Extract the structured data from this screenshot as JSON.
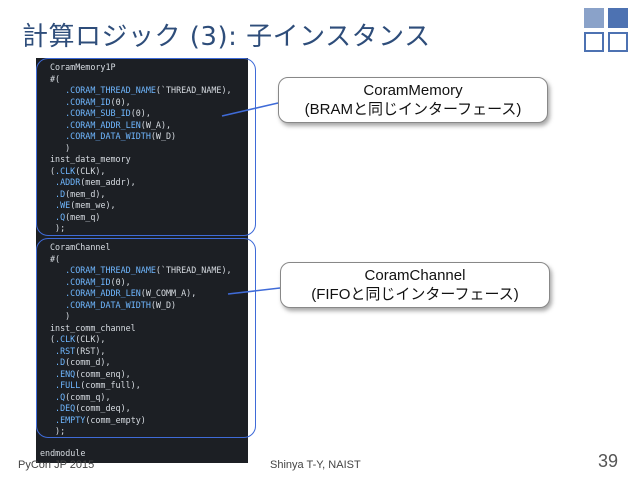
{
  "title": "計算ロジック (3): 子インスタンス",
  "code_block_1": {
    "lines": [
      "CoramMemory1P",
      "#(",
      "   .CORAM_THREAD_NAME(`THREAD_NAME),",
      "   .CORAM_ID(0),",
      "   .CORAM_SUB_ID(0),",
      "   .CORAM_ADDR_LEN(W_A),",
      "   .CORAM_DATA_WIDTH(W_D)",
      "   )",
      "inst_data_memory",
      "(.CLK(CLK),",
      " .ADDR(mem_addr),",
      " .D(mem_d),",
      " .WE(mem_we),",
      " .Q(mem_q)",
      " );"
    ]
  },
  "code_block_2": {
    "lines": [
      "CoramChannel",
      "#(",
      "   .CORAM_THREAD_NAME(`THREAD_NAME),",
      "   .CORAM_ID(0),",
      "   .CORAM_ADDR_LEN(W_COMM_A),",
      "   .CORAM_DATA_WIDTH(W_D)",
      "   )",
      "inst_comm_channel",
      "(.CLK(CLK),",
      " .RST(RST),",
      " .D(comm_d),",
      " .ENQ(comm_enq),",
      " .FULL(comm_full),",
      " .Q(comm_q),",
      " .DEQ(comm_deq),",
      " .EMPTY(comm_empty)",
      " );"
    ]
  },
  "code_end": "endmodule",
  "callout_1": {
    "line1": "CoramMemory",
    "line2": "(BRAMと同じインターフェース)"
  },
  "callout_2": {
    "line1": "CoramChannel",
    "line2": "(FIFOと同じインターフェース)"
  },
  "footer": {
    "left": "PyCon JP 2015",
    "center": "Shinya T-Y, NAIST",
    "page": "39"
  },
  "colors": {
    "title": "#2e4d7a",
    "highlight_border": "#3f6bd8",
    "code_bg": "#1c1f24",
    "code_port": "#6fb7ff"
  },
  "logo_icon": "four-squares-logo-icon"
}
